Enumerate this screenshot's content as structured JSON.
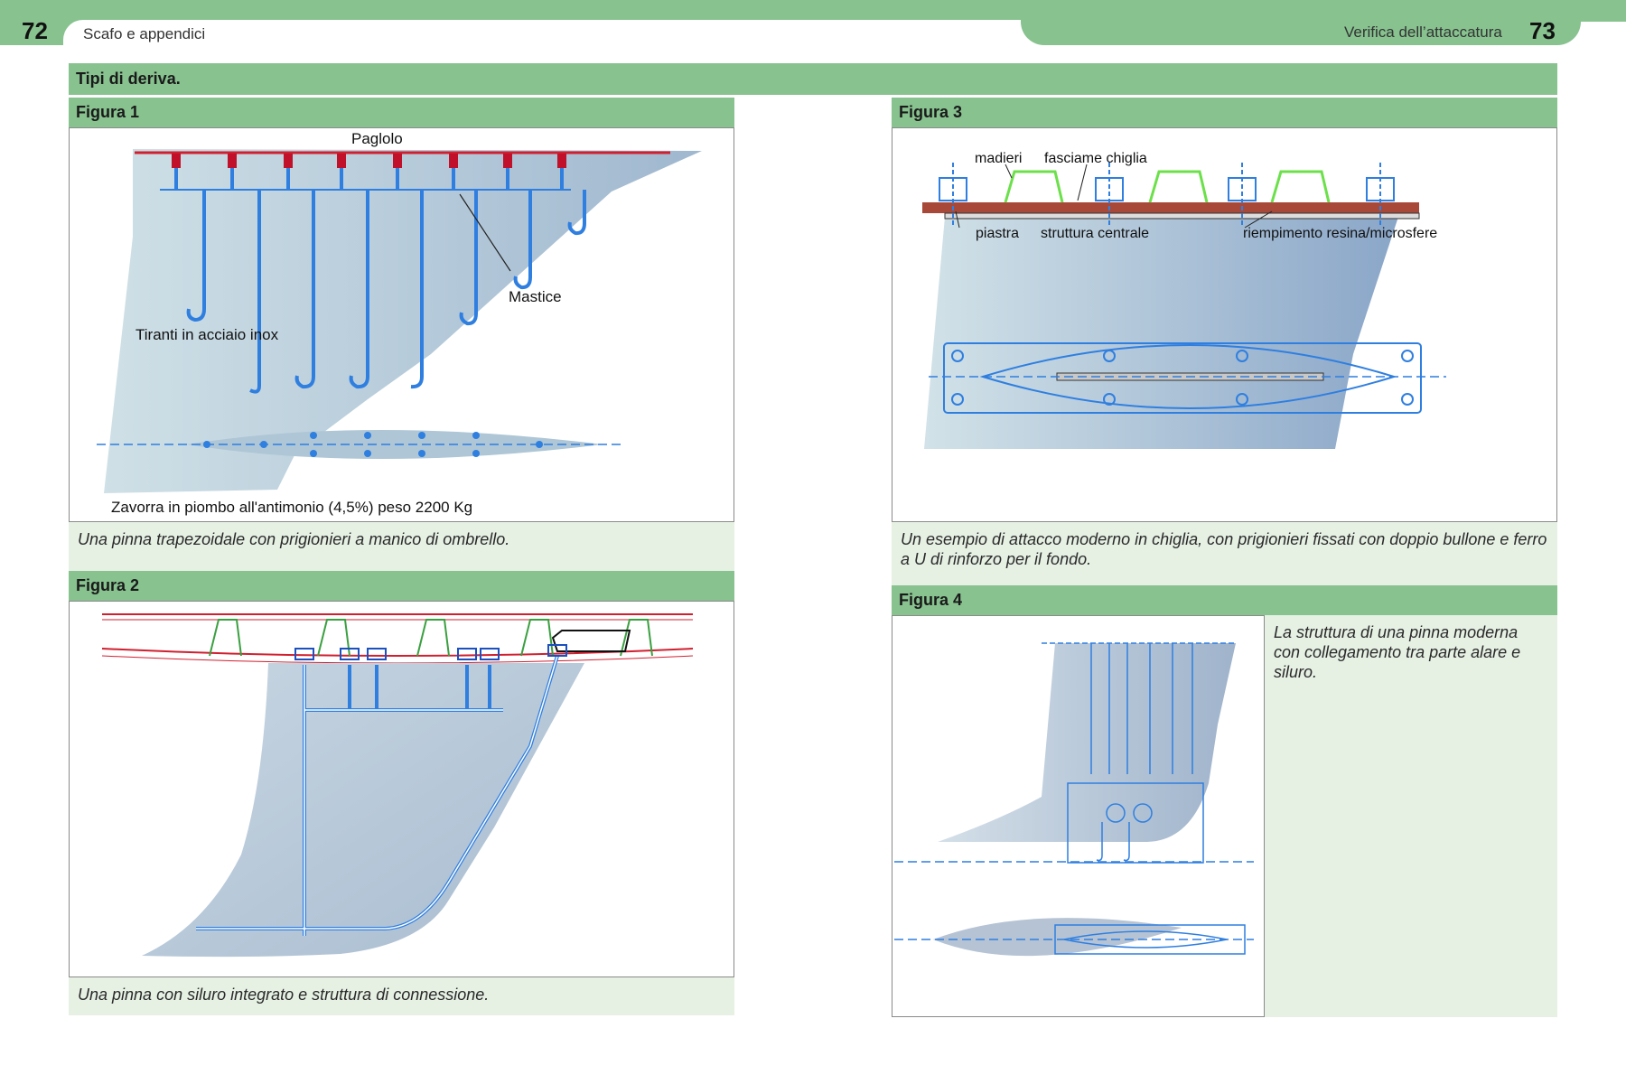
{
  "header": {
    "left_page_number": "72",
    "left_running_title": "Scafo e appendici",
    "right_running_title": "Verifica dell’attaccatura",
    "right_page_number": "73"
  },
  "section_title": "Tipi di deriva.",
  "figures": [
    {
      "title": "Figura 1",
      "caption": "Una pinna trapezoidale con prigionieri a manico di ombrello.",
      "labels": {
        "paglioio": "Paglolo",
        "mastice": "Mastice",
        "tiranti": "Tiranti in acciaio inox",
        "zavorra": "Zavorra in piombo all'antimonio  (4,5%) peso 2200 Kg"
      }
    },
    {
      "title": "Figura 2",
      "caption": "Una pinna con siluro integrato e struttura di connessione."
    },
    {
      "title": "Figura 3",
      "caption": "Un esempio di attacco moderno in chiglia, con prigionieri fissati con doppio bullone e ferro a U di rinforzo per il fondo.",
      "labels": {
        "madieri": "madieri",
        "fasciame": "fasciame chiglia",
        "piastra": "piastra",
        "struttura": "struttura centrale",
        "riempimento": "riempimento resina/microsfere"
      }
    },
    {
      "title": "Figura 4",
      "caption": "La struttura di una pinna moderna con collegamento tra parte alare e siluro."
    }
  ],
  "colors": {
    "accent_green": "#87c28f",
    "caption_bg": "#e6f1e4",
    "drawing_blue": "#2f7fe0",
    "fill_blue": "#b8ccdc"
  }
}
